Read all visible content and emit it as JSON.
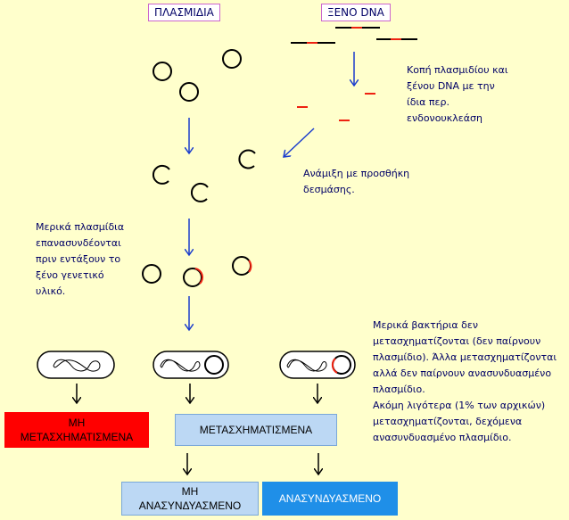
{
  "colors": {
    "background": "#ffffcc",
    "arrow": "#1a3ccc",
    "dna_red": "#ee2211",
    "box_red": "#ff0000",
    "box_light_blue": "#bcd8f4",
    "box_blue": "#1f8fe8",
    "text": "#000066"
  },
  "headers": {
    "plasmids": "ΠΛΑΣΜΙΔΙΑ",
    "foreign_dna": "ΞΕΝΟ DNA"
  },
  "notes": {
    "cutting": "Κοπή πλασμιδίου και\nξένου DNA με την\nίδια περ.\nενδονουκλεάση",
    "mixing": "Ανάμιξη με προσθήκη\nδεσμάσης.",
    "religate": "Μερικά πλασμίδια\nεπανασυνδέονται\nπριν εντάξουν το\nξένο γενετικό\nυλικό.",
    "bacteria": "Μερικά βακτήρια δεν\nμετασχηματίζονται (δεν παίρνουν\nπλασμίδιο). Άλλα μετασχηματίζονται\nαλλά δεν παίρνουν ανασυνδυασμένο\nπλασμίδιο.\nΑκόμη λιγότερα (1% των αρχικών)\nμετασχηματίζονται, δεχόμενα\nανασυνδυασμένο πλασμίδιο."
  },
  "boxes": {
    "not_transformed": "ΜΗ\nΜΕΤΑΣΧΗΜΑΤΙΣΜΕΝΑ",
    "transformed": "ΜΕΤΑΣΧΗΜΑΤΙΣΜΕΝΑ",
    "not_recombinant": "ΜΗ\nΑΝΑΣΥΝΔΥΑΣΜΕΝΟ",
    "recombinant": "ΑΝΑΣΥΝΔΥΑΣΜΕΝΟ"
  }
}
